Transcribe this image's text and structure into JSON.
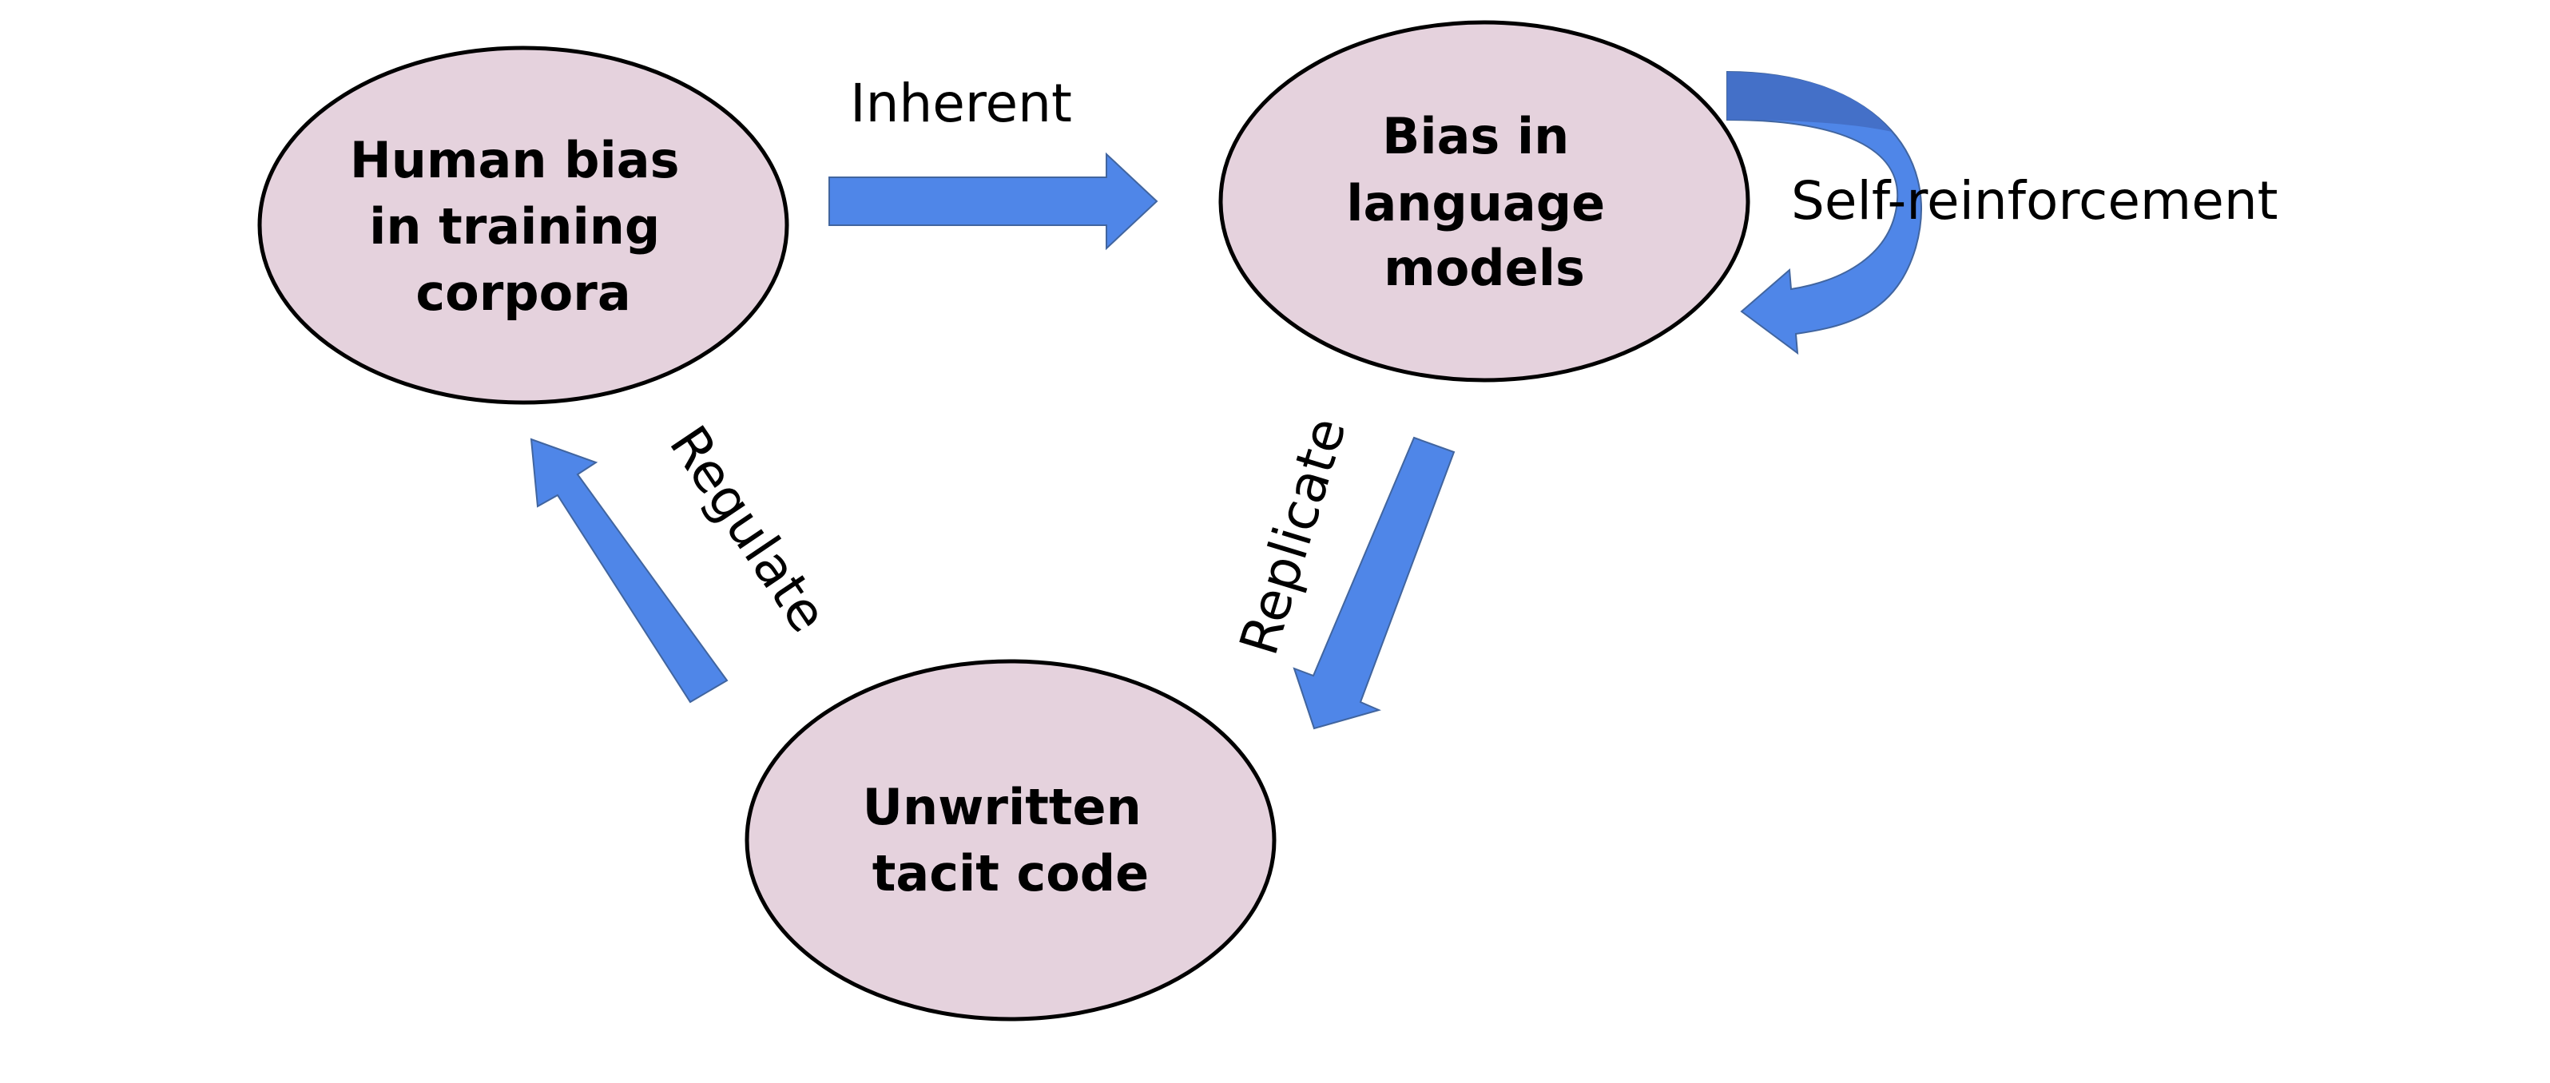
{
  "colors": {
    "node_fill": "#e5d2dd",
    "node_stroke": "#000000",
    "arrow_fill": "#4f86e8",
    "arrow_fill_dark": "#4470c8",
    "arrow_stroke": "#41659f",
    "text": "#000000",
    "background": "#ffffff"
  },
  "nodes": {
    "human_bias": {
      "lines": [
        "Human bias",
        "in training",
        "corpora"
      ]
    },
    "language_models": {
      "lines": [
        "Bias in",
        "language",
        "models"
      ]
    },
    "tacit_code": {
      "lines": [
        "Unwritten",
        "tacit code"
      ]
    }
  },
  "edges": {
    "inherent": {
      "label": "Inherent"
    },
    "self_reinforcement": {
      "label": "Self-reinforcement"
    },
    "replicate": {
      "label": "Replicate"
    },
    "regulate": {
      "label": "Regulate"
    }
  }
}
